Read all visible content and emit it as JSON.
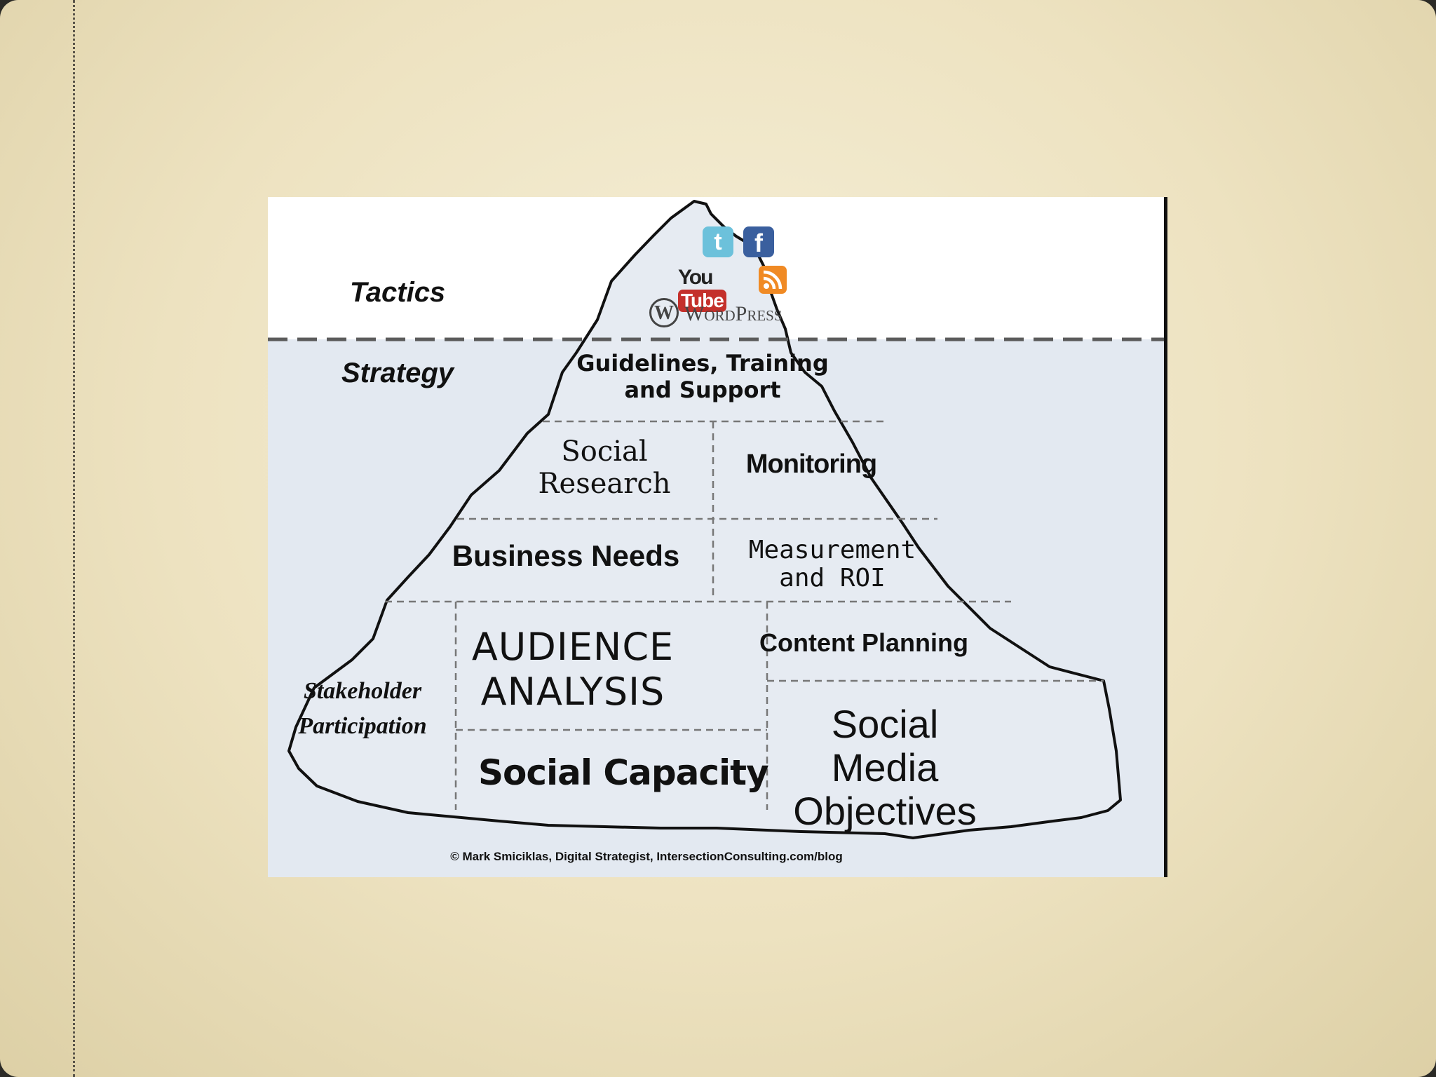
{
  "diagram": {
    "tactics": "Tactics",
    "strategy": "Strategy",
    "guidelines": "Guidelines, Training and Support",
    "social_research": "Social Research",
    "monitoring": "Monitoring",
    "business_needs": "Business Needs",
    "measurement": "Measurement and ROI",
    "audience_analysis": "AUDIENCE ANALYSIS",
    "content_planning": "Content Planning",
    "stakeholder": "Stakeholder Participation",
    "social_capacity": "Social Capacity",
    "objectives": "Social Media Objectives",
    "credit": "© Mark Smiciklas, Digital Strategist, IntersectionConsulting.com/blog"
  },
  "icons": {
    "twitter": "t",
    "facebook": "f",
    "youtube_you": "You",
    "youtube_tube": "Tube",
    "wordpress_letter": "W",
    "wordpress": "WordPress"
  },
  "colors": {
    "background": "#ede2c0",
    "water": "#e3e9f1",
    "sky": "#ffffff",
    "outline": "#111111"
  }
}
